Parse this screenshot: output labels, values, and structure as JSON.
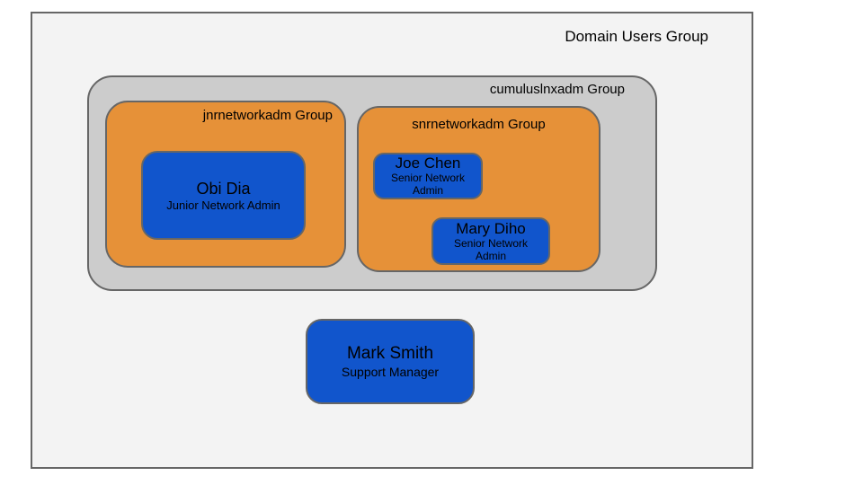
{
  "diagram": {
    "outer_group": {
      "label": "Domain Users Group"
    },
    "cumulus_group": {
      "label": "cumuluslnxadm Group"
    },
    "jnr_group": {
      "label": "jnrnetworkadm Group",
      "members": [
        {
          "name": "Obi Dia",
          "role": "Junior Network Admin"
        }
      ]
    },
    "snr_group": {
      "label": "snrnetworkadm Group",
      "members": [
        {
          "name": "Joe Chen",
          "role": "Senior Network Admin"
        },
        {
          "name": "Mary Diho",
          "role": "Senior Network Admin"
        }
      ]
    },
    "standalone_member": {
      "name": "Mark Smith",
      "role": "Support Manager"
    }
  },
  "colors": {
    "canvas": "#ffffff",
    "outer_bg": "#f3f3f3",
    "gray_bg": "#cccccc",
    "orange_bg": "#e69138",
    "blue_bg": "#1155cc",
    "border": "#666666",
    "text": "#000000"
  }
}
